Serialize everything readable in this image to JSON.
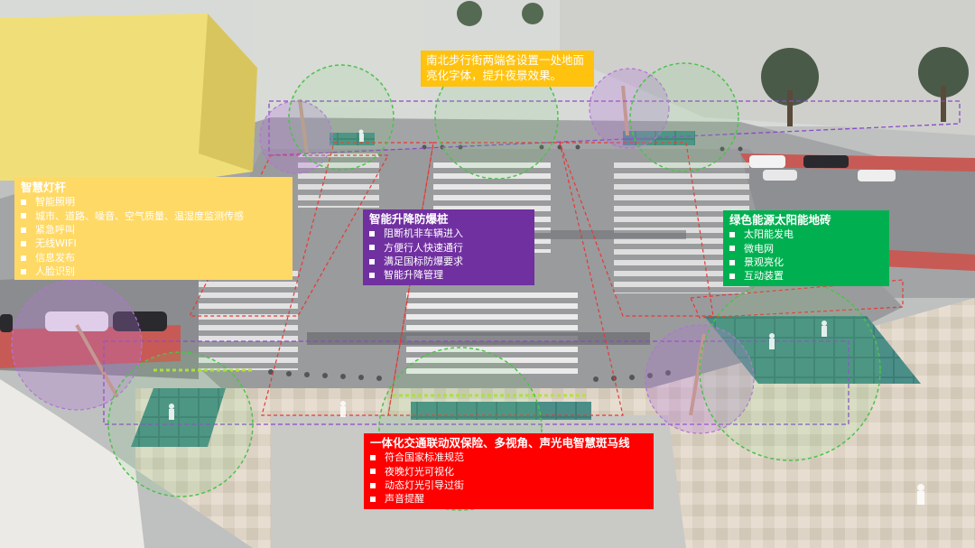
{
  "colors": {
    "ground_light": "#d9d2c4",
    "road": "#9c9d9f",
    "road_dark": "#6f7174",
    "building_yellow": "#f1e07a",
    "bike_lane": "#c85a55",
    "solar_tiles": "#3f7e7a",
    "purple_zone": "#a15cc7",
    "green_zone": "#4cc24a",
    "red_dash": "#e53935"
  },
  "callouts": {
    "top": {
      "text": "南北步行街两端各设置一处地面亮化字体，提升夜景效果。",
      "color": "#ffc20e"
    },
    "left": {
      "title": "智慧灯杆",
      "color": "#ffd966",
      "items": [
        "智能照明",
        "城市、道路、噪音、空气质量、温湿度监测传感",
        "紧急呼叫",
        "无线WIFI",
        "信息发布",
        "人脸识别"
      ]
    },
    "mid": {
      "title": "智能升降防爆桩",
      "color": "#7030a0",
      "items": [
        "阻断机非车辆进入",
        "方便行人快速通行",
        "满足国标防爆要求",
        "智能升降管理"
      ]
    },
    "right": {
      "title": "绿色能源太阳能地砖",
      "color": "#00b050",
      "items": [
        "太阳能发电",
        "微电网",
        "景观亮化",
        "互动装置"
      ]
    },
    "bottom": {
      "title": "一体化交通联动双保险、多视角、声光电智慧斑马线",
      "color": "#ff0000",
      "items": [
        "符合国家标准规范",
        "夜晚灯光可视化",
        "动态灯光引导过街",
        "声音提醒"
      ]
    }
  }
}
